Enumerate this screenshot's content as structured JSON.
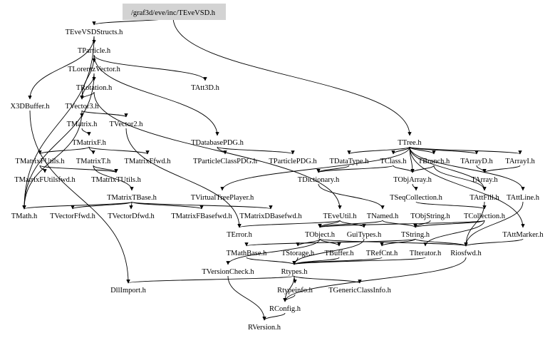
{
  "title": "/graf3d/eve/inc/TEveVSD.h",
  "root_node": "/graf3d/eve/inc/TEveVSD.h",
  "colors": {
    "root_fill": "#d3d3d3",
    "edge": "#000000",
    "text": "#000000",
    "background": "#ffffff"
  },
  "nodes": [
    {
      "id": "root",
      "label": "/graf3d/eve/inc/TEveVSD.h"
    },
    {
      "id": "TEveVSDStructs",
      "label": "TEveVSDStructs.h"
    },
    {
      "id": "TParticle",
      "label": "TParticle.h"
    },
    {
      "id": "TLorentzVector",
      "label": "TLorentzVector.h"
    },
    {
      "id": "TRotation",
      "label": "TRotation.h"
    },
    {
      "id": "TAtt3D",
      "label": "TAtt3D.h"
    },
    {
      "id": "X3DBuffer",
      "label": "X3DBuffer.h"
    },
    {
      "id": "TVector3",
      "label": "TVector3.h"
    },
    {
      "id": "TMatrix",
      "label": "TMatrix.h"
    },
    {
      "id": "TVector2",
      "label": "TVector2.h"
    },
    {
      "id": "TMatrixF",
      "label": "TMatrixF.h"
    },
    {
      "id": "TDatabasePDG",
      "label": "TDatabasePDG.h"
    },
    {
      "id": "TTree",
      "label": "TTree.h"
    },
    {
      "id": "TMatrixFUtils",
      "label": "TMatrixFUtils.h"
    },
    {
      "id": "TMatrixT",
      "label": "TMatrixT.h"
    },
    {
      "id": "TMatrixFfwd",
      "label": "TMatrixFfwd.h"
    },
    {
      "id": "TParticleClassPDG",
      "label": "TParticleClassPDG.h"
    },
    {
      "id": "TParticlePDG",
      "label": "TParticlePDG.h"
    },
    {
      "id": "TDataType",
      "label": "TDataType.h"
    },
    {
      "id": "TClass",
      "label": "TClass.h"
    },
    {
      "id": "TBranch",
      "label": "TBranch.h"
    },
    {
      "id": "TArrayD",
      "label": "TArrayD.h"
    },
    {
      "id": "TArrayI",
      "label": "TArrayI.h"
    },
    {
      "id": "TMatrixFUtilsfwd",
      "label": "TMatrixFUtilsfwd.h"
    },
    {
      "id": "TMatrixTUtils",
      "label": "TMatrixTUtils.h"
    },
    {
      "id": "TDictionary",
      "label": "TDictionary.h"
    },
    {
      "id": "TObjArray",
      "label": "TObjArray.h"
    },
    {
      "id": "TArray",
      "label": "TArray.h"
    },
    {
      "id": "TMatrixTBase",
      "label": "TMatrixTBase.h"
    },
    {
      "id": "TVirtualTreePlayer",
      "label": "TVirtualTreePlayer.h"
    },
    {
      "id": "TSeqCollection",
      "label": "TSeqCollection.h"
    },
    {
      "id": "TAttFill",
      "label": "TAttFill.h"
    },
    {
      "id": "TAttLine",
      "label": "TAttLine.h"
    },
    {
      "id": "TMath",
      "label": "TMath.h"
    },
    {
      "id": "TVectorFfwd",
      "label": "TVectorFfwd.h"
    },
    {
      "id": "TVectorDfwd",
      "label": "TVectorDfwd.h"
    },
    {
      "id": "TMatrixFBasefwd",
      "label": "TMatrixFBasefwd.h"
    },
    {
      "id": "TMatrixDBasefwd",
      "label": "TMatrixDBasefwd.h"
    },
    {
      "id": "TEveUtil",
      "label": "TEveUtil.h"
    },
    {
      "id": "TNamed",
      "label": "TNamed.h"
    },
    {
      "id": "TObjString",
      "label": "TObjString.h"
    },
    {
      "id": "TCollection",
      "label": "TCollection.h"
    },
    {
      "id": "TError",
      "label": "TError.h"
    },
    {
      "id": "TObject",
      "label": "TObject.h"
    },
    {
      "id": "GuiTypes",
      "label": "GuiTypes.h"
    },
    {
      "id": "TString",
      "label": "TString.h"
    },
    {
      "id": "TAttMarker",
      "label": "TAttMarker.h"
    },
    {
      "id": "TMathBase",
      "label": "TMathBase.h"
    },
    {
      "id": "TStorage",
      "label": "TStorage.h"
    },
    {
      "id": "TBuffer",
      "label": "TBuffer.h"
    },
    {
      "id": "TRefCnt",
      "label": "TRefCnt.h"
    },
    {
      "id": "TIterator",
      "label": "TIterator.h"
    },
    {
      "id": "Riosfwd",
      "label": "Riosfwd.h"
    },
    {
      "id": "TVersionCheck",
      "label": "TVersionCheck.h"
    },
    {
      "id": "Rtypes",
      "label": "Rtypes.h"
    },
    {
      "id": "DllImport",
      "label": "DllImport.h"
    },
    {
      "id": "Rtypeinfo",
      "label": "Rtypeinfo.h"
    },
    {
      "id": "TGenericClassInfo",
      "label": "TGenericClassInfo.h"
    },
    {
      "id": "RConfig",
      "label": "RConfig.h"
    },
    {
      "id": "RVersion",
      "label": "RVersion.h"
    }
  ],
  "edges": [
    [
      "root",
      "TEveVSDStructs"
    ],
    [
      "root",
      "TTree"
    ],
    [
      "TEveVSDStructs",
      "TParticle"
    ],
    [
      "TEveVSDStructs",
      "X3DBuffer"
    ],
    [
      "TEveVSDStructs",
      "TMath"
    ],
    [
      "TParticle",
      "TLorentzVector"
    ],
    [
      "TParticle",
      "TAtt3D"
    ],
    [
      "TParticle",
      "TDatabasePDG"
    ],
    [
      "TParticle",
      "TVector3"
    ],
    [
      "TLorentzVector",
      "TRotation"
    ],
    [
      "TLorentzVector",
      "TVector3"
    ],
    [
      "TLorentzVector",
      "TMath"
    ],
    [
      "TRotation",
      "TVector3"
    ],
    [
      "TRotation",
      "TEveUtil"
    ],
    [
      "TVector3",
      "TMatrix"
    ],
    [
      "TVector3",
      "TVector2"
    ],
    [
      "TVector3",
      "TMath"
    ],
    [
      "TMatrix",
      "TMatrixF"
    ],
    [
      "TVector2",
      "TError"
    ],
    [
      "TMatrixF",
      "TMatrixFUtils"
    ],
    [
      "TMatrixF",
      "TMatrixT"
    ],
    [
      "TMatrixF",
      "TMatrixFfwd"
    ],
    [
      "TMatrixFUtils",
      "TMatrixFUtilsfwd"
    ],
    [
      "TMatrixFUtils",
      "TMatrixTUtils"
    ],
    [
      "TMatrixT",
      "TMatrixTBase"
    ],
    [
      "TMatrixT",
      "TMatrixTUtils"
    ],
    [
      "TMatrixTBase",
      "TMath"
    ],
    [
      "TMatrixTBase",
      "TVectorFfwd"
    ],
    [
      "TMatrixTBase",
      "TVectorDfwd"
    ],
    [
      "TMatrixTBase",
      "TMatrixFBasefwd"
    ],
    [
      "TMatrixTBase",
      "TMatrixDBasefwd"
    ],
    [
      "TDatabasePDG",
      "TParticlePDG"
    ],
    [
      "TDatabasePDG",
      "TParticleClassPDG"
    ],
    [
      "TTree",
      "TClass"
    ],
    [
      "TTree",
      "TBranch"
    ],
    [
      "TTree",
      "TArrayD"
    ],
    [
      "TTree",
      "TArrayI"
    ],
    [
      "TTree",
      "TDataType"
    ],
    [
      "TTree",
      "TObjArray"
    ],
    [
      "TTree",
      "TAttFill"
    ],
    [
      "TTree",
      "TAttLine"
    ],
    [
      "TTree",
      "TAttMarker"
    ],
    [
      "TTree",
      "TVirtualTreePlayer"
    ],
    [
      "TClass",
      "TDictionary"
    ],
    [
      "TClass",
      "TObjArray"
    ],
    [
      "TBranch",
      "TObjArray"
    ],
    [
      "TBranch",
      "TAttFill"
    ],
    [
      "TArrayD",
      "TArray"
    ],
    [
      "TArrayI",
      "TArray"
    ],
    [
      "TDataType",
      "TDictionary"
    ],
    [
      "TObjArray",
      "TSeqCollection"
    ],
    [
      "TSeqCollection",
      "TCollection"
    ],
    [
      "TDictionary",
      "TNamed"
    ],
    [
      "TCollection",
      "TObject"
    ],
    [
      "TCollection",
      "TIterator"
    ],
    [
      "TCollection",
      "TString"
    ],
    [
      "TObjString",
      "TString"
    ],
    [
      "TNamed",
      "TString"
    ],
    [
      "TNamed",
      "TObject"
    ],
    [
      "TAttFill",
      "Riosfwd"
    ],
    [
      "TAttLine",
      "Riosfwd"
    ],
    [
      "TAttMarker",
      "Riosfwd"
    ],
    [
      "TEveUtil",
      "TError"
    ],
    [
      "TEveUtil",
      "TObject"
    ],
    [
      "TEveUtil",
      "GuiTypes"
    ],
    [
      "TObject",
      "TStorage"
    ],
    [
      "TObject",
      "TBuffer"
    ],
    [
      "TObject",
      "Riosfwd"
    ],
    [
      "TObject",
      "TVersionCheck"
    ],
    [
      "TString",
      "TRefCnt"
    ],
    [
      "TString",
      "TMathBase"
    ],
    [
      "TString",
      "Riosfwd"
    ],
    [
      "TMathBase",
      "Rtypes"
    ],
    [
      "TStorage",
      "Rtypes"
    ],
    [
      "TBuffer",
      "Rtypes"
    ],
    [
      "TRefCnt",
      "Rtypes"
    ],
    [
      "TIterator",
      "Rtypes"
    ],
    [
      "Riosfwd",
      "RConfig"
    ],
    [
      "GuiTypes",
      "Rtypes"
    ],
    [
      "TVersionCheck",
      "RVersion"
    ],
    [
      "Rtypes",
      "Rtypeinfo"
    ],
    [
      "Rtypes",
      "TGenericClassInfo"
    ],
    [
      "Rtypes",
      "RConfig"
    ],
    [
      "Rtypes",
      "DllImport"
    ],
    [
      "Rtypeinfo",
      "RConfig"
    ],
    [
      "RConfig",
      "RVersion"
    ],
    [
      "X3DBuffer",
      "DllImport"
    ]
  ]
}
